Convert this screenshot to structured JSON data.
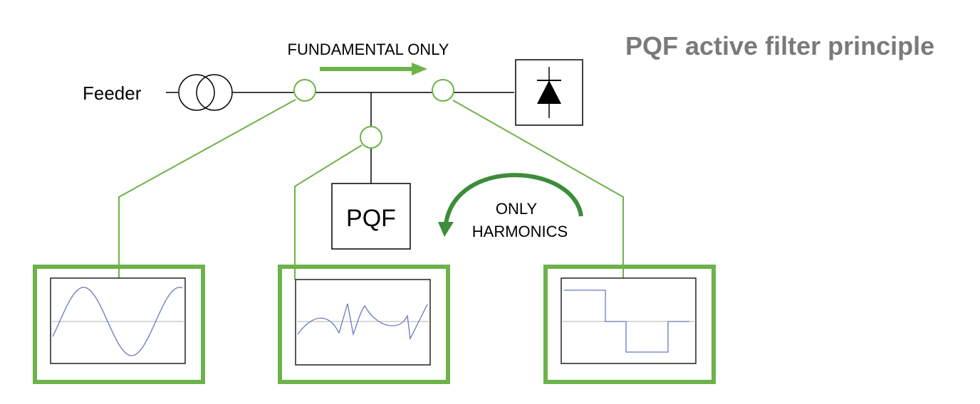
{
  "title": "PQF active filter principle",
  "labels": {
    "feeder": "Feeder",
    "fundamental_only": "FUNDAMENTAL ONLY",
    "pqf": "PQF",
    "only": "ONLY",
    "harmonics": "HARMONICS"
  },
  "colors": {
    "accent_green": "#6cb34a",
    "dark_green": "#3d8c3a",
    "wave_blue": "#6b78c0",
    "axis_gray": "#b0b0b0",
    "title_gray": "#7a7a7a"
  },
  "waveforms": [
    "sine",
    "harmonic-distortion",
    "square"
  ]
}
